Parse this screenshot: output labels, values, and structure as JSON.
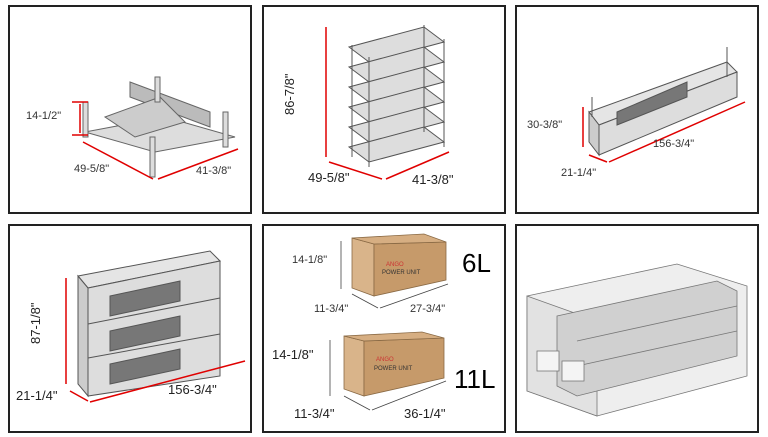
{
  "panels": {
    "frame_single": {
      "height": "14-1/2\"",
      "length": "49-5/8\"",
      "width": "41-3/8\""
    },
    "frame_stack": {
      "height": "86-7/8\"",
      "length": "49-5/8\"",
      "width": "41-3/8\""
    },
    "rack_single": {
      "height": "30-3/8\"",
      "depth": "21-1/4\"",
      "length": "156-3/4\""
    },
    "rack_stack": {
      "height": "87-1/8\"",
      "depth": "21-1/4\"",
      "length": "156-3/4\""
    },
    "boxes": {
      "box_6l": {
        "height": "14-1/8\"",
        "depth": "11-3/4\"",
        "length": "27-3/4\"",
        "size": "6L",
        "brand": "ANGO",
        "label": "POWER UNIT"
      },
      "box_11l": {
        "height": "14-1/8\"",
        "depth": "11-3/4\"",
        "length": "36-1/4\"",
        "size": "11L",
        "brand": "ANGO",
        "label": "POWER UNIT"
      }
    }
  },
  "colors": {
    "dimension": "#e00000",
    "box": "#c69a6a",
    "metal": "#b8b8b8"
  }
}
